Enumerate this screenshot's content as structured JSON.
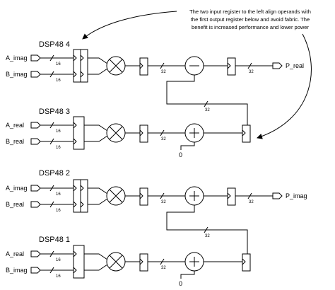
{
  "annotation": {
    "lines": [
      "The two input register to the left align operands with",
      "the first output register below and avoid fabric. The",
      "benefit is increased performance and lower power"
    ]
  },
  "dsps": [
    {
      "title": "DSP48 4",
      "inputs": [
        {
          "name": "A_imag",
          "width": "16"
        },
        {
          "name": "B_imag",
          "width": "16"
        }
      ],
      "mult_width": "32",
      "op": "minus",
      "out_width": "32",
      "output": "P_real",
      "cascade_width": "32",
      "zero_label": ""
    },
    {
      "title": "DSP48 3",
      "inputs": [
        {
          "name": "A_real",
          "width": "16"
        },
        {
          "name": "B_real",
          "width": "16"
        }
      ],
      "mult_width": "32",
      "op": "plus",
      "out_width": "",
      "output": "",
      "cascade_width": "",
      "zero_label": "0"
    },
    {
      "title": "DSP48 2",
      "inputs": [
        {
          "name": "A_imag",
          "width": "16"
        },
        {
          "name": "B_real",
          "width": "16"
        }
      ],
      "mult_width": "32",
      "op": "plus",
      "out_width": "32",
      "output": "P_imag",
      "cascade_width": "32",
      "zero_label": ""
    },
    {
      "title": "DSP48 1",
      "inputs": [
        {
          "name": "A_real",
          "width": "16"
        },
        {
          "name": "B_imag",
          "width": "16"
        }
      ],
      "mult_width": "32",
      "op": "plus",
      "out_width": "",
      "output": "",
      "cascade_width": "",
      "zero_label": "0"
    }
  ]
}
